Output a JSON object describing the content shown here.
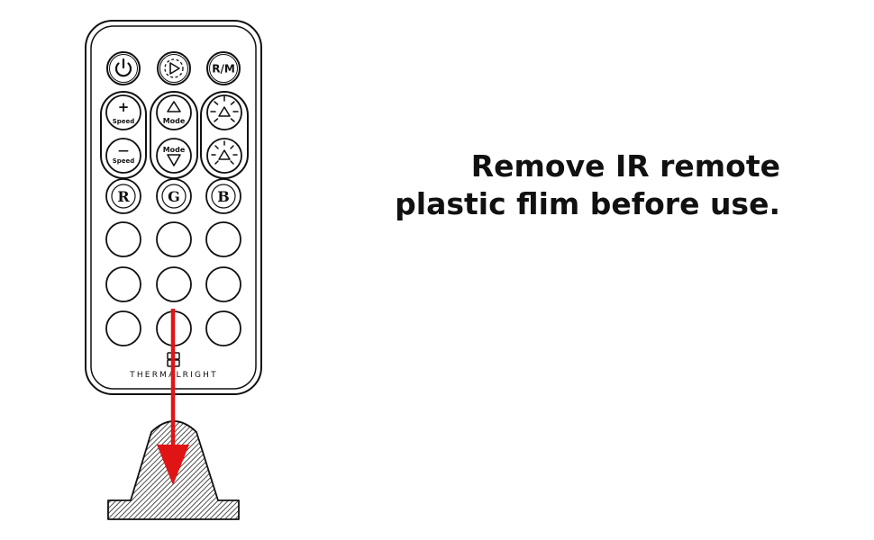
{
  "instruction": {
    "line1": "Remove IR remote",
    "line2": "plastic flim before use."
  },
  "remote": {
    "brand": "THERMALRIGHT",
    "buttons": {
      "rm": "R/M",
      "speed_up_symbol": "+",
      "speed_up_label": "Speed",
      "speed_down_symbol": "—",
      "speed_down_label": "Speed",
      "mode_up_label": "Mode",
      "mode_down_label": "Mode",
      "r": "R",
      "g": "G",
      "b": "B"
    },
    "icons": [
      "power-icon",
      "play-icon",
      "mode-up-triangle-icon",
      "mode-down-triangle-icon",
      "brightness-up-icon",
      "brightness-down-icon",
      "brand-logo-icon"
    ]
  },
  "colors": {
    "arrow": "#e01414",
    "outline": "#111111",
    "film_hatch": "#222222"
  }
}
